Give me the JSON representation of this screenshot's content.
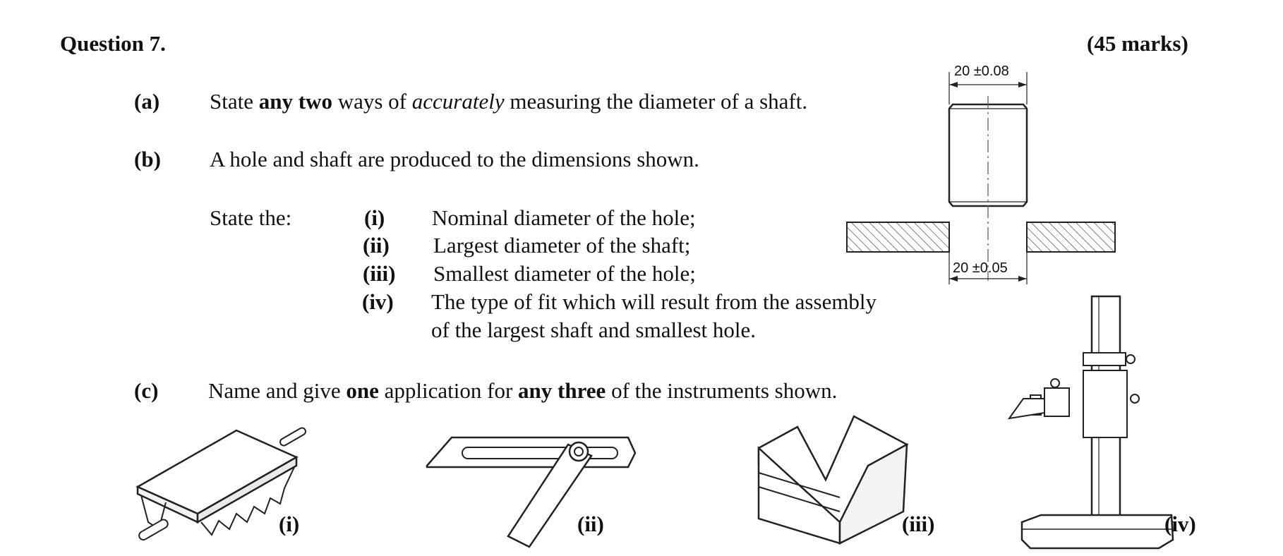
{
  "header": {
    "title": "Question 7.",
    "marks": "(45 marks)"
  },
  "part_a": {
    "label": "(a)",
    "text_1": "State ",
    "text_bold": "any two",
    "text_2": " ways of ",
    "text_italic": "accurately",
    "text_3": " measuring the diameter of a shaft."
  },
  "part_b": {
    "label": "(b)",
    "text": "A hole and shaft are produced to the dimensions shown.",
    "state_the": "State the:",
    "items": [
      {
        "label": "(i)",
        "text": "Nominal diameter of the hole;"
      },
      {
        "label": "(ii)",
        "text": "Largest diameter of the shaft;"
      },
      {
        "label": "(iii)",
        "text": "Smallest diameter of the hole;"
      },
      {
        "label": "(iv)",
        "text": "The type of fit which will result from the assembly",
        "text_2": "of the largest shaft and smallest hole."
      }
    ]
  },
  "part_c": {
    "label": "(c)",
    "text_1": "Name and give ",
    "text_bold_1": "one",
    "text_2": " application for ",
    "text_bold_2": "any three",
    "text_3": " of the instruments shown."
  },
  "diagram": {
    "shaft_dim": "20 ±0.08",
    "hole_dim": "20 ±0.05"
  },
  "instruments": [
    {
      "label": "(i)"
    },
    {
      "label": "(ii)"
    },
    {
      "label": "(iii)"
    },
    {
      "label": "(iv)"
    }
  ]
}
